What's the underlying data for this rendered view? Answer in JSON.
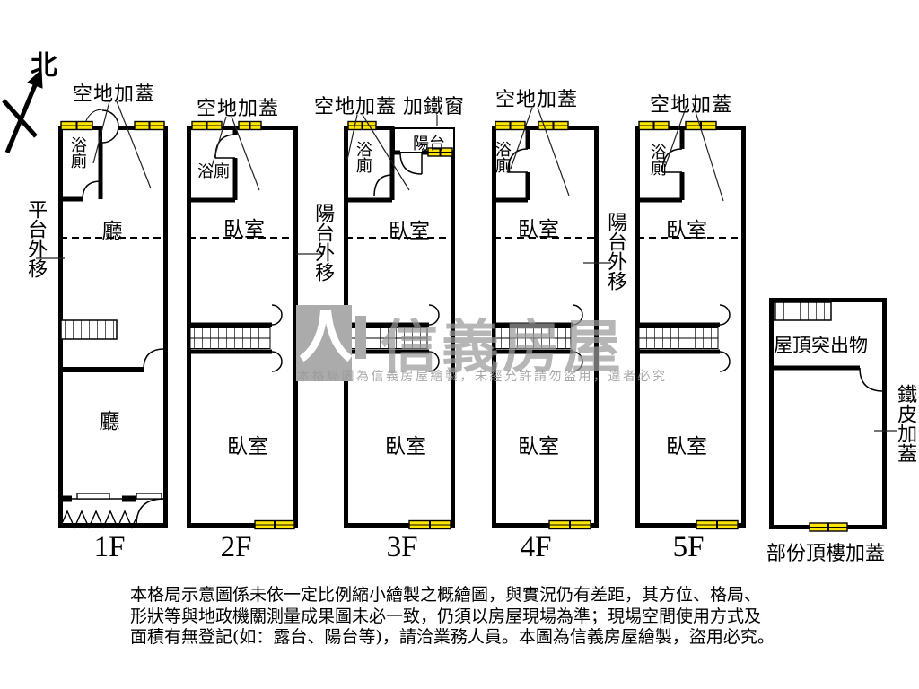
{
  "compass": {
    "north_label": "北"
  },
  "colors": {
    "wall": "#000000",
    "window": "#ffe400",
    "watermark": "#9a9a9a"
  },
  "floors": [
    {
      "name": "1F",
      "annotation": "空地加蓋",
      "bathroom": "浴廁",
      "upper_room": "廳",
      "lower_room": "廳",
      "side_note": "平台外移"
    },
    {
      "name": "2F",
      "annotation": "空地加蓋",
      "bathroom": "浴廁",
      "upper_room": "臥室",
      "lower_room": "臥室"
    },
    {
      "name": "3F",
      "annotation": "空地加蓋",
      "annotation2": "加鐵窗",
      "balcony": "陽台",
      "bathroom": "浴廁",
      "upper_room": "臥室",
      "lower_room": "臥室",
      "side_note": "陽台外移"
    },
    {
      "name": "4F",
      "annotation": "空地加蓋",
      "bathroom": "浴廁",
      "upper_room": "臥室",
      "lower_room": "臥室"
    },
    {
      "name": "5F",
      "annotation": "空地加蓋",
      "bathroom": "浴廁",
      "upper_room": "臥室",
      "lower_room": "臥室",
      "side_note": "陽台外移"
    }
  ],
  "rooftop": {
    "name": "部份頂樓加蓋",
    "room": "屋頂突出物",
    "side_note": "鐵皮加蓋"
  },
  "watermark": {
    "brand": "信義房屋",
    "notice": "本格局圖為信義房屋繪製，未經允許請勿盜用，違者必究"
  },
  "disclaimer": [
    "本格局示意圖係未依一定比例縮小繪製之概繪圖，與實況仍有差距，其方位、格局、",
    "形狀等與地政機關測量成果圖未必一致，仍須以房屋現場為準；現場空間使用方式及",
    "面積有無登記(如：露台、陽台等)，請洽業務人員。本圖為信義房屋繪製，盜用必究。"
  ]
}
